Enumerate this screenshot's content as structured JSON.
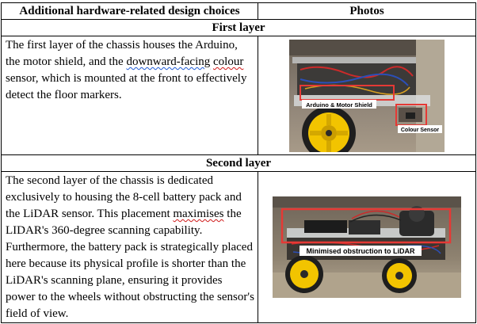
{
  "table": {
    "col1_header": "Additional hardware-related design choices",
    "col2_header": "Photos"
  },
  "sections": [
    {
      "title": "First layer",
      "text_parts": [
        "The first layer of the chassis houses the Arduino, the motor shield, and the ",
        "downward-facing",
        " ",
        "colour",
        " sensor, which is mounted at the front to effectively detect the floor markers."
      ],
      "photo": {
        "labels": [
          "Arduino & Motor Shield",
          "Colour Sensor"
        ],
        "highlight_color": "#e53935"
      }
    },
    {
      "title": "Second layer",
      "text_parts": [
        "The second layer of the chassis is dedicated exclusively to housing the 8-cell battery pack and the LiDAR sensor. This placement ",
        "maximises",
        " the LIDAR's 360-degree scanning capability. Furthermore, the battery pack is strategically placed here because its physical profile is shorter than the LiDAR's scanning plane, ensuring it provides power to the wheels without obstructing the sensor's field of view."
      ],
      "photo": {
        "labels": [
          "Minimised obstruction to LiDAR"
        ],
        "highlight_color": "#e53935"
      }
    }
  ]
}
